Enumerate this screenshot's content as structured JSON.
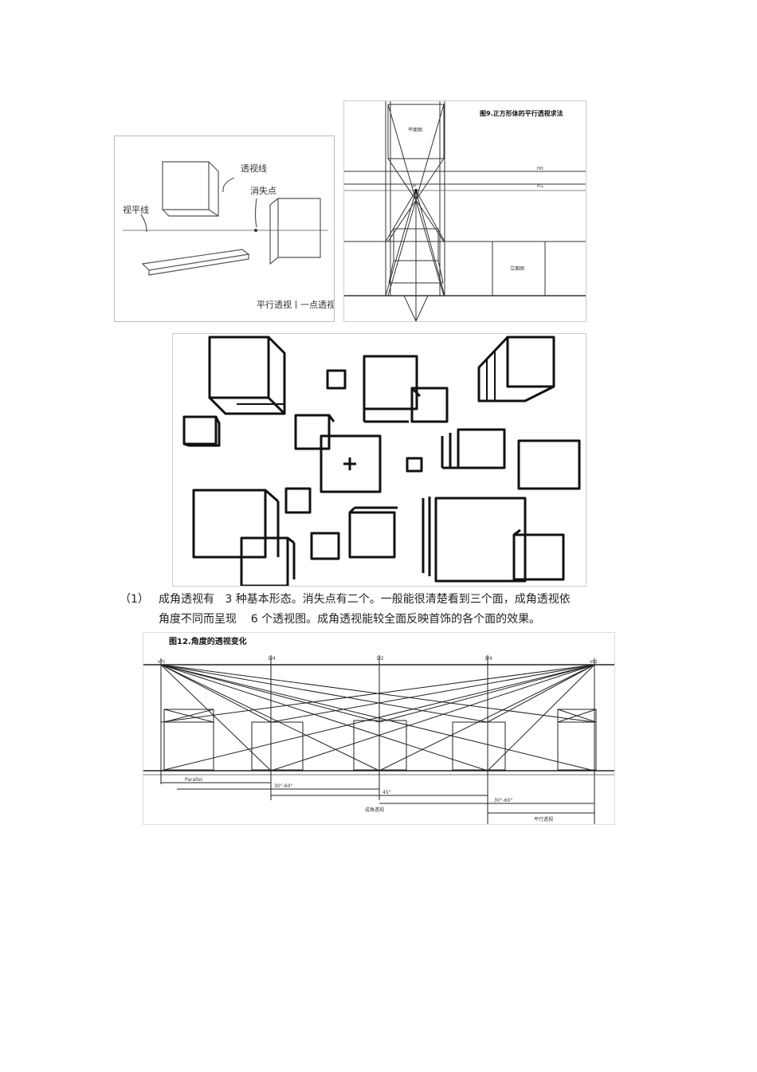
{
  "figures": {
    "one_point": {
      "label_perspective_line": "透视线",
      "label_vanishing_point": "消失点",
      "label_horizon": "视平线",
      "caption": "平行透视丨一点透视"
    },
    "cube_method": {
      "title": "图9.正方形体的平行透视求法",
      "label_plan": "平面图",
      "label_elevation": "立面图",
      "label_ho": "HO",
      "label_vp": "VP",
      "label_h1": "H.L"
    },
    "cubes_sketch": {
      "center_mark": "+"
    },
    "angle_change": {
      "title": "图12.角度的透视变化",
      "frac_1": "1/4",
      "frac_2": "1/2",
      "frac_3": "3/4",
      "vp_left": "VP1",
      "vp_right": "VP2",
      "label_parallel": "Parallel",
      "label_range_a": "30°-60°",
      "label_45": "45°",
      "label_range_b": "30°-60°",
      "label_angular": "成角透视",
      "label_parallel_cn": "平行透视"
    }
  },
  "text": {
    "item_number": "（1）",
    "line1": "成角透视有   3 种基本形态。消失点有二个。一般能很清楚看到三个面，成角透视依",
    "line2": "角度不同而呈现    6 个透视图。成角透视能较全面反映首饰的各个面的效果。"
  }
}
